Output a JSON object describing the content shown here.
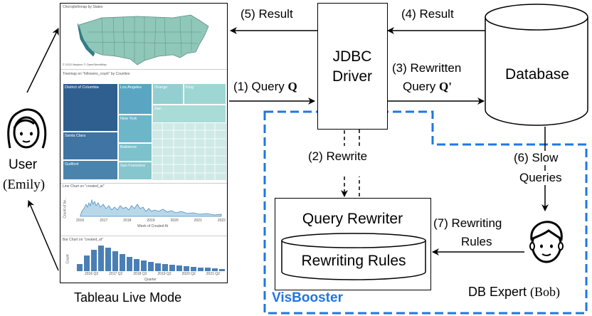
{
  "user": {
    "label": "User",
    "name": "(Emily)"
  },
  "tableau": {
    "caption": "Tableau Live Mode",
    "map_title": "Choroplethmap by States",
    "map_credit": "© 2022 Mapbox © OpenStreetMap",
    "treemap_title": "Treemap on \"followers_count\" by Counties",
    "treemap_cells": [
      "District of Columbia",
      "Los Angeles",
      "Orange",
      "King",
      "San",
      "New York",
      "Santa Clara",
      "Baltimore",
      "Guilford",
      "San Francisco"
    ],
    "line_title": "Line Chart on \"created_at\"",
    "line_ylabel": "Count of tw...",
    "line_xticks": [
      "2016",
      "2017",
      "2018",
      "2019",
      "2020",
      "2021",
      "2022"
    ],
    "line_xlabel": "Week of Created At",
    "bar_title": "Bar Chart on \"created_at\"",
    "bar_ylabel": "Count",
    "bar_xticks": [
      "2016 Q2",
      "2017 Q2",
      "2018 Q2",
      "2019 Q2",
      "2020 Q2",
      "2021 Q2"
    ],
    "bar_xlabel": "Quarter"
  },
  "jdbc": {
    "line1": "JDBC",
    "line2": "Driver"
  },
  "database": {
    "label": "Database"
  },
  "rewriter": {
    "title": "Query Rewriter",
    "rules": "Rewriting Rules"
  },
  "visbooster": {
    "label": "VisBooster"
  },
  "expert": {
    "label": "DB Expert",
    "name": "(Bob)"
  },
  "edges": {
    "e1": {
      "text": "(1) Query",
      "bold": "Q"
    },
    "e2": {
      "text": "(2) Rewrite"
    },
    "e3": {
      "line1": "(3) Rewritten",
      "line2": "Query",
      "bold": "Q'"
    },
    "e4": {
      "text": "(4) Result"
    },
    "e5": {
      "text": "(5) Result"
    },
    "e6": {
      "line1": "(6) Slow",
      "line2": "Queries"
    },
    "e7": {
      "line1": "(7) Rewriting",
      "line2": "Rules"
    }
  },
  "colors": {
    "accent": "#1f77e0",
    "tableau_dark": "#2f5f8f",
    "tableau_mid": "#5aa6c2",
    "tableau_light": "#9fd6d2",
    "map_fill": "#8fc7b8"
  }
}
